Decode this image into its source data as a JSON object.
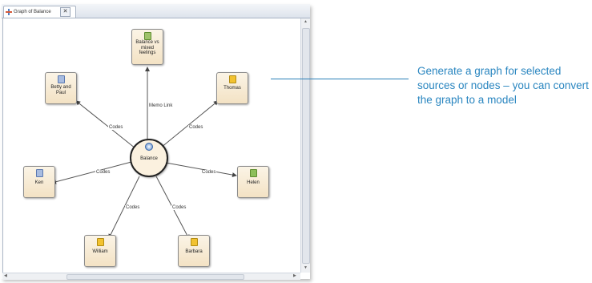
{
  "window": {
    "tab_title": "Graph of Balance",
    "close_glyph": "✕",
    "tab_icon": "graph-icon"
  },
  "graph": {
    "center": {
      "label": "Balance",
      "icon": "node-icon"
    },
    "nodes": [
      {
        "key": "balance_vs_mixed",
        "label": "Balance vs mixed feelings",
        "icon": "nested-docs-icon"
      },
      {
        "key": "betty",
        "label": "Betty and Paul",
        "icon": "memo-icon"
      },
      {
        "key": "thomas",
        "label": "Thomas",
        "icon": "document-icon"
      },
      {
        "key": "ken",
        "label": "Ken",
        "icon": "memo-icon"
      },
      {
        "key": "helen",
        "label": "Helen",
        "icon": "annotated-document-icon"
      },
      {
        "key": "william",
        "label": "William",
        "icon": "document-icon"
      },
      {
        "key": "barbara",
        "label": "Barbara",
        "icon": "document-icon"
      }
    ],
    "edge_labels": {
      "memo": "Memo Link",
      "betty": "Codes",
      "thomas": "Codes",
      "ken": "Codes",
      "helen": "Codes",
      "william": "Codes",
      "barbara": "Codes"
    }
  },
  "callout": {
    "text": "Generate a graph for selected sources or nodes – you can convert the graph to a model",
    "color": "#2a86c0"
  }
}
